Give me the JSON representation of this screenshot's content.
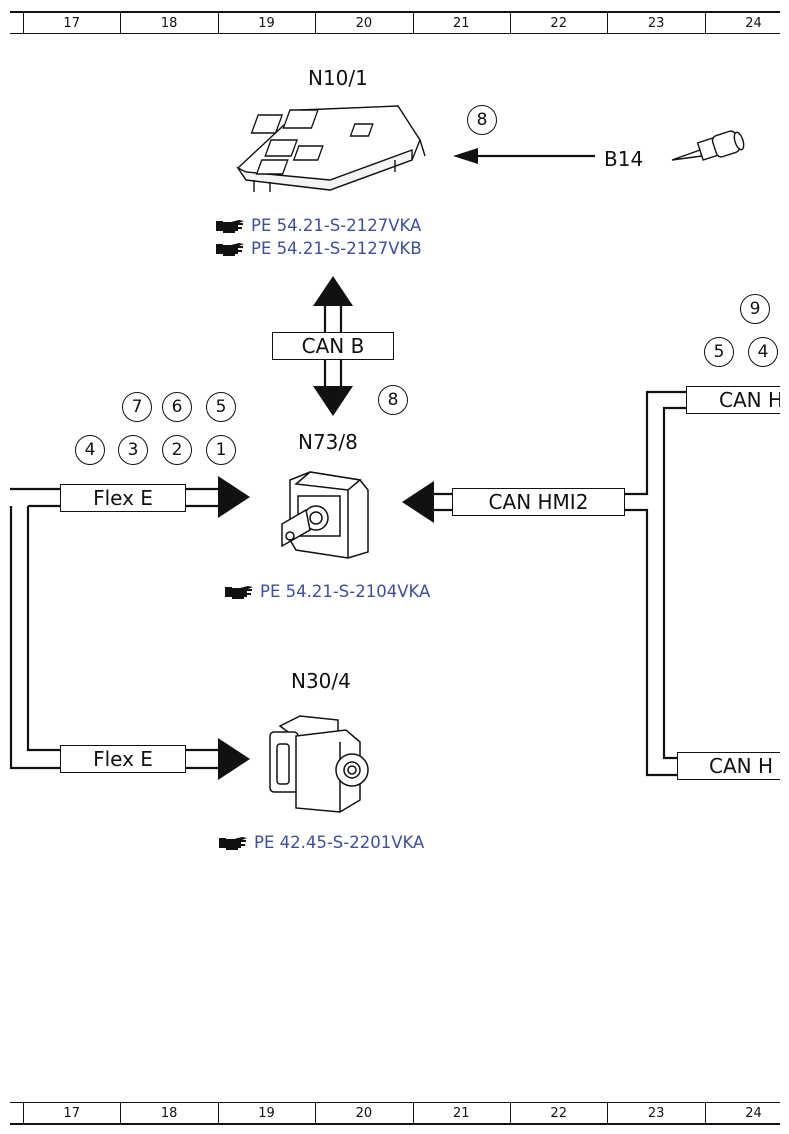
{
  "ruler": {
    "columns": [
      "17",
      "18",
      "19",
      "20",
      "21",
      "22",
      "23",
      "24"
    ]
  },
  "components": {
    "n10_1": {
      "id": "N10/1",
      "refs": [
        "PE 54.21-S-2127VKA",
        "PE 54.21-S-2127VKB"
      ]
    },
    "b14": {
      "id": "B14"
    },
    "n73_8": {
      "id": "N73/8",
      "refs": [
        "PE 54.21-S-2104VKA"
      ]
    },
    "n30_4": {
      "id": "N30/4",
      "refs": [
        "PE 42.45-S-2201VKA"
      ]
    }
  },
  "buses": {
    "can_b": "CAN B",
    "flex_e_upper": "Flex E",
    "flex_e_lower": "Flex E",
    "can_hmi2": "CAN HMI2",
    "can_right_upper": "CAN H",
    "can_right_lower": "CAN H"
  },
  "markers": {
    "b14_link": "8",
    "can_b_link": "8",
    "right_top": "9",
    "right_row": [
      "5",
      "4"
    ],
    "left_upper_row": [
      "7",
      "6",
      "5"
    ],
    "left_lower_row": [
      "4",
      "3",
      "2",
      "1"
    ]
  },
  "colors": {
    "reference_link": "#3b4ea3",
    "line": "#111111"
  }
}
